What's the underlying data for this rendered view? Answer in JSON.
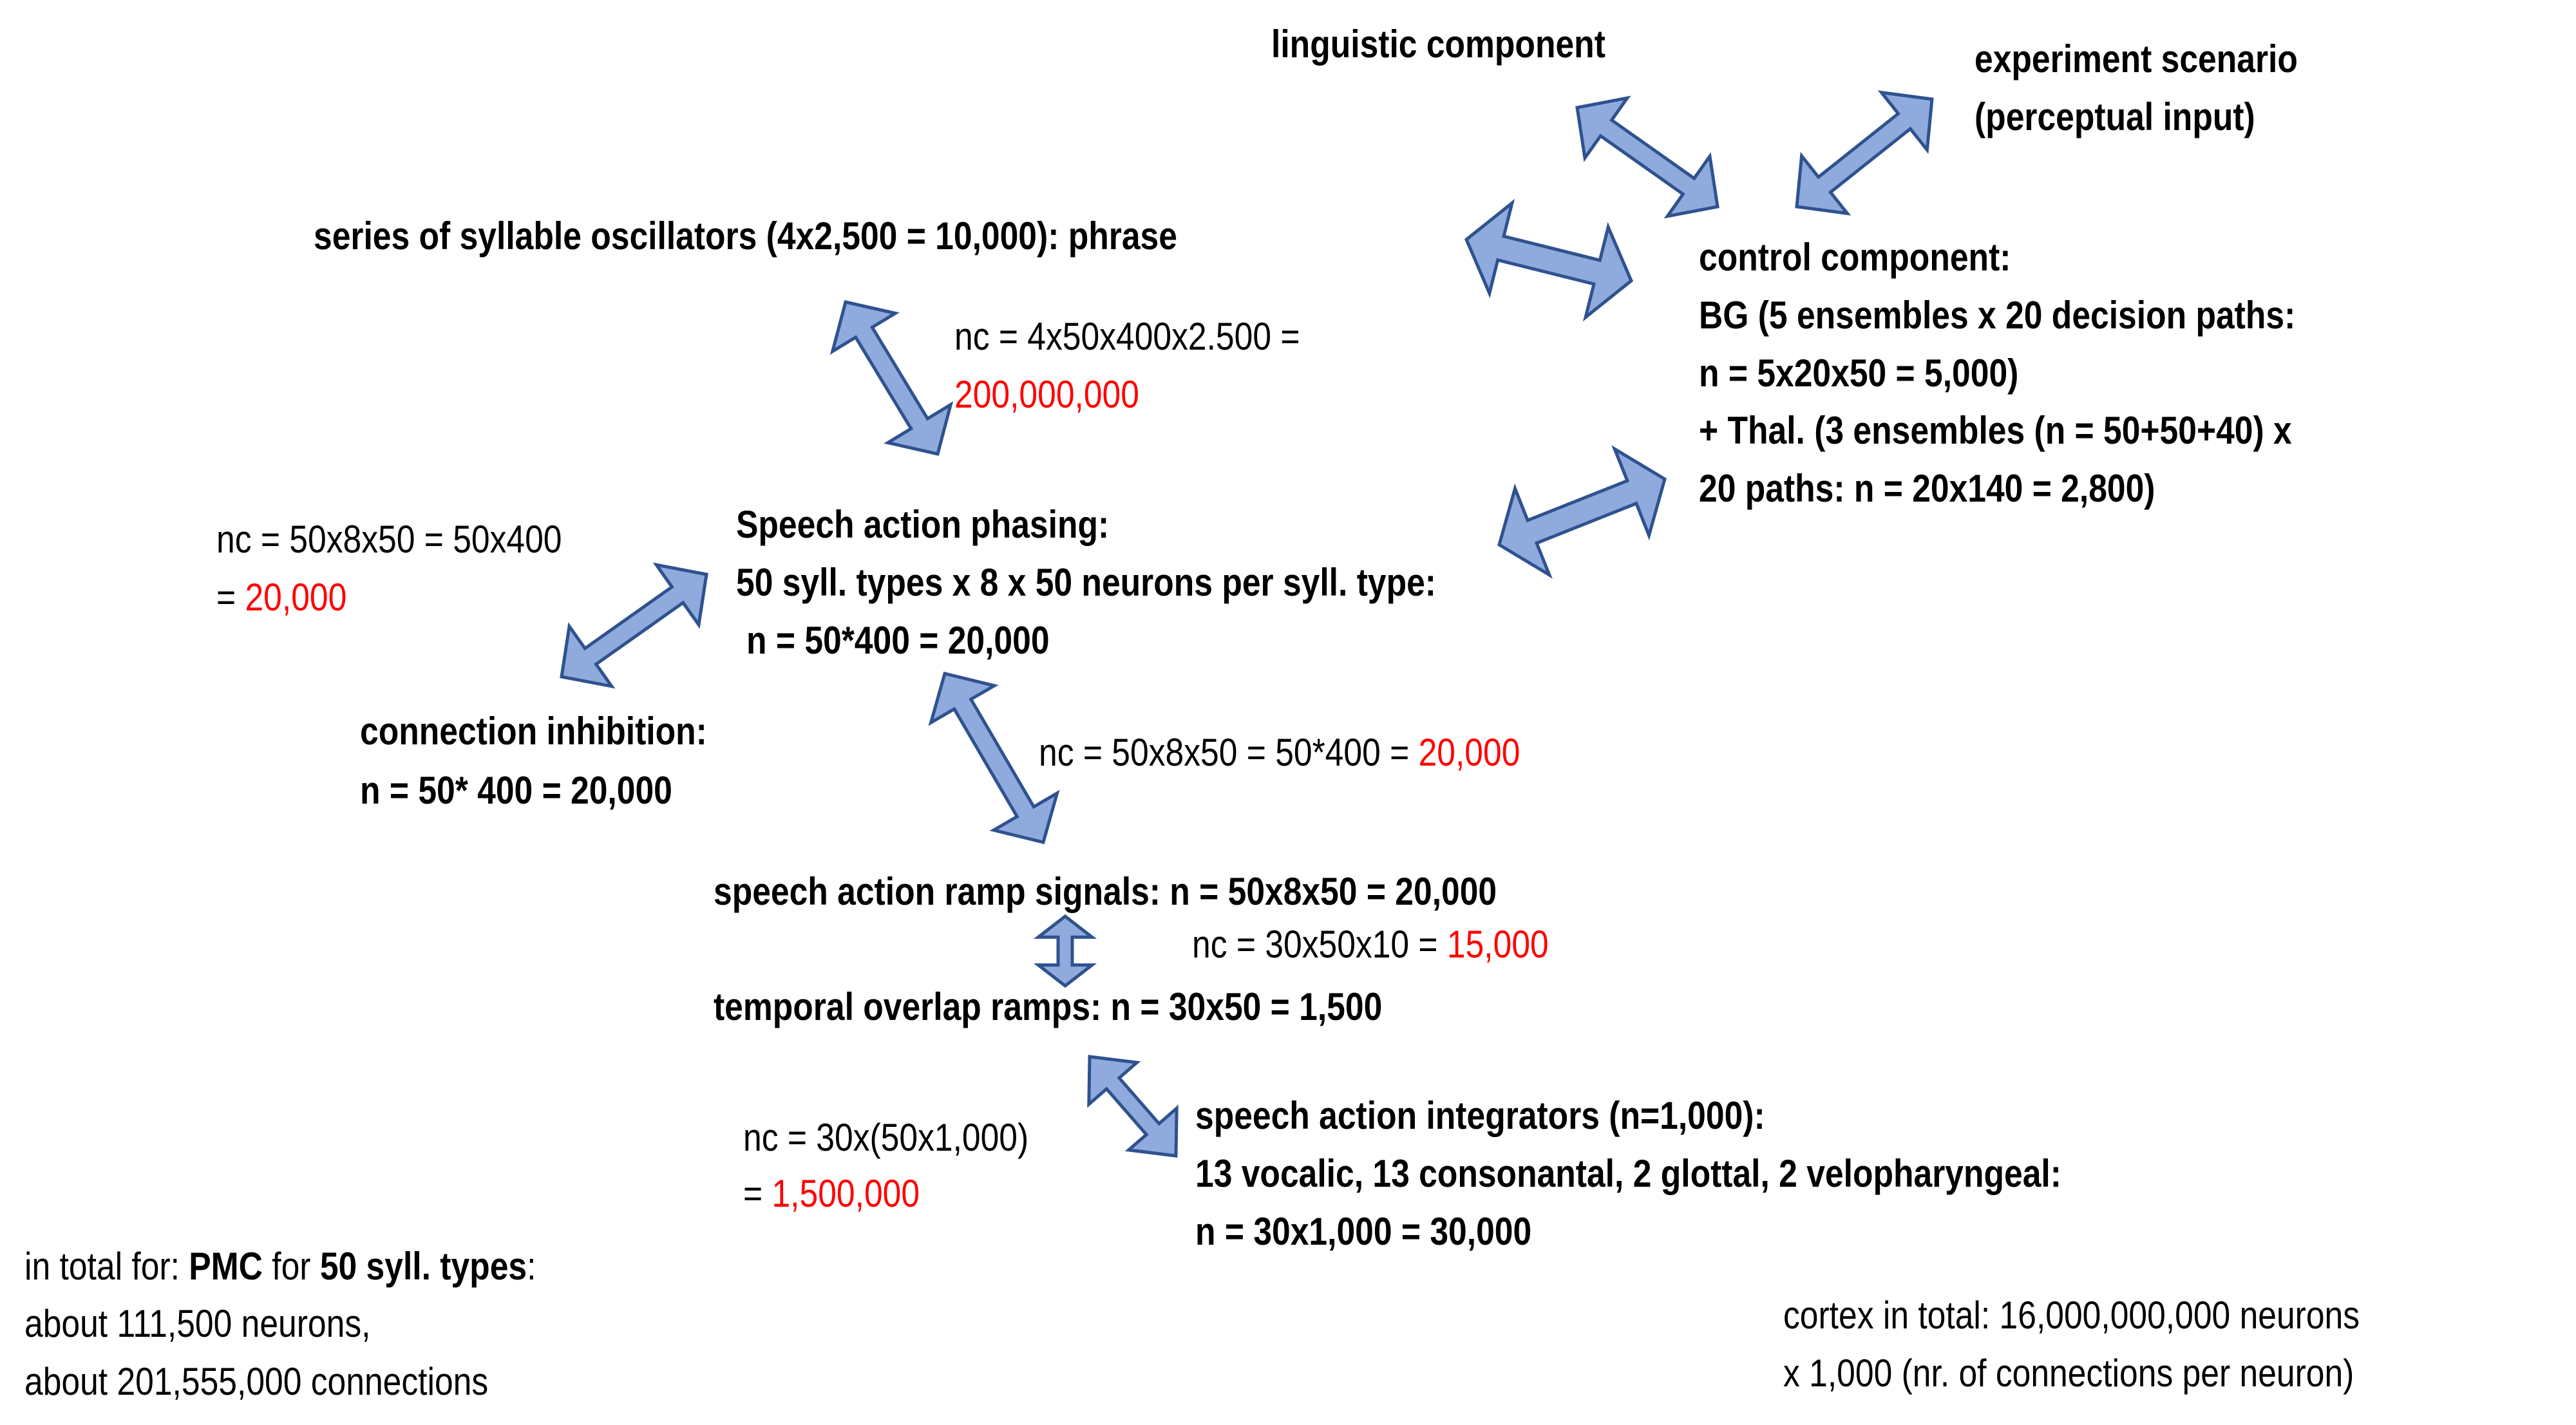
{
  "colors": {
    "arrow_fill": "#8faadc",
    "arrow_stroke": "#2f528f",
    "highlight": "#ff0000",
    "text": "#000000"
  },
  "linguistic": "linguistic component",
  "experiment": {
    "line1": "experiment scenario",
    "line2": "(perceptual input)"
  },
  "series": "series of syllable oscillators (4x2,500 = 10,000): phrase",
  "nc_series": {
    "formula": "nc = 4x50x400x2.500 =",
    "value": "200,000,000"
  },
  "control": {
    "line1": "control component:",
    "line2": "BG (5 ensembles x 20 decision paths:",
    "line3": "n = 5x20x50 = 5,000)",
    "line4": "+ Thal. (3 ensembles (n = 50+50+40) x",
    "line5": "20 paths: n = 20x140 = 2,800)"
  },
  "nc_inhibition": {
    "formula": "nc = 50x8x50 = 50x400",
    "prefix": "= ",
    "value": "20,000"
  },
  "phasing": {
    "line1": "Speech action phasing:",
    "line2": "50 syll. types x 8 x 50 neurons per syll. type:",
    "line3": "n = 50*400 = 20,000"
  },
  "inhibition": {
    "line1": "connection inhibition:",
    "line2": "n = 50* 400 = 20,000"
  },
  "nc_ramp": {
    "formula": "nc = 50x8x50 = 50*400 = ",
    "value": "20,000"
  },
  "ramp": "speech action ramp signals: n = 50x8x50 = 20,000",
  "nc_overlap": {
    "formula": "nc = 30x50x10 = ",
    "value": "15,000"
  },
  "overlap": "temporal overlap ramps: n = 30x50 = 1,500",
  "nc_integrators": {
    "formula": "nc = 30x(50x1,000)",
    "prefix": "= ",
    "value": "1,500,000"
  },
  "integrators": {
    "line1": "speech action integrators (n=1,000):",
    "line2": "13 vocalic, 13 consonantal, 2 glottal, 2 velopharyngeal:",
    "line3": "n = 30x1,000 = 30,000"
  },
  "total": {
    "intro": "in total for: ",
    "pmc": "PMC",
    "for": " for ",
    "types": "50 syll. types",
    "colon": ":",
    "neurons": "about 111,500 neurons,",
    "connections": "about 201,555,000 connections"
  },
  "cortex": {
    "line1": "cortex in total: 16,000,000,000 neurons",
    "line2": "x 1,000 (nr. of connections per neuron)"
  }
}
